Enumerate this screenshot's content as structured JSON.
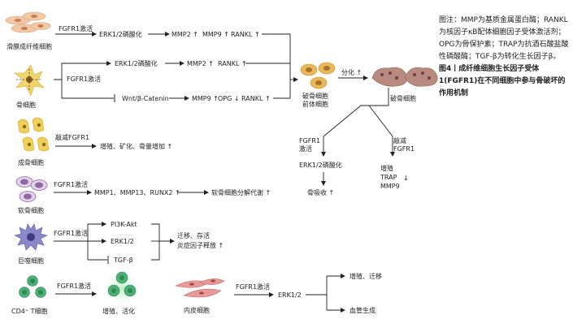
{
  "rows": {
    "synovial": {
      "cell": "滑膜成纤维细胞",
      "activation": "FGFR1激活",
      "pathway": "ERK1/2磷酸化",
      "out1": "MMP2",
      "out2": "MMP9",
      "out3": "RANKL"
    },
    "osteocyte": {
      "cell": "骨细胞",
      "activation": "FGFR1激活",
      "upper_pathway": "ERK1/2磷酸化",
      "upper_out1": "MMP2",
      "upper_out2": "RANKL",
      "lower_pathway": "Wnt/β-Catenin",
      "lower_out1": "MMP9",
      "lower_out2": "OPG",
      "lower_out3": "RANKL"
    },
    "precursor": {
      "label_line1": "破骨细胞",
      "label_line2": "前体细胞",
      "arrow_label": "分化"
    },
    "osteoclast": {
      "label": "破骨细胞",
      "left_branch_title1": "FGFR1",
      "left_branch_title2": "激活",
      "left_pathway": "ERK1/2磷酸化",
      "left_result": "骨吸收",
      "right_branch_title1": "敲减",
      "right_branch_title2": "FGFR1",
      "right_out1": "增殖",
      "right_out2": "TRAP",
      "right_out3": "MMP9"
    },
    "osteoblast": {
      "cell": "成骨细胞",
      "knockdown": "敲减FGFR1",
      "result": "增殖、矿化、骨量增加"
    },
    "chondrocyte": {
      "cell": "软骨细胞",
      "activation": "FGFR1激活",
      "genes": "MMP1、MMP13、RUNX2",
      "result": "软骨细胞分解代谢"
    },
    "macrophage": {
      "cell": "巨噬细胞",
      "activation": "FGFR1激活",
      "path1": "PI3K-Akt",
      "path2": "ERK1/2",
      "path3": "TGF-β",
      "result_line1": "迁移、存活",
      "result_line2": "炎症因子释放"
    },
    "tcell": {
      "cell": "CD4⁺ T细胞",
      "activation": "FGFR1激活",
      "result": "增殖、活化"
    },
    "endothelial": {
      "cell": "内皮细胞",
      "activation": "FGFR1激活",
      "pathway": "ERK1/2",
      "result1": "增殖、迁移",
      "result2": "血管生成"
    }
  },
  "caption": "图注：MMP为基质金属蛋白酶；RANKL为核因子κB配体细胞因子受体激活剂；OPG为骨保护素；TRAP为抗酒石酸盐酸性磷酸酶；TGF-β为转化生长因子β。",
  "figure_title": "图4丨成纤维细胞生长因子受体1(FGFR1)在不同细胞中参与骨破坏的作用机制",
  "colors": {
    "synovial": "#f2c9a6",
    "osteocyte": "#f3d36b",
    "precursor": "#e8b85a",
    "osteoclast": "#b88a80",
    "osteoblast": "#f0cf5a",
    "chondrocyte": "#8e6aa0",
    "macrophage": "#8a88c8",
    "tcell": "#4caf77",
    "endothelial": "#e89a98"
  }
}
